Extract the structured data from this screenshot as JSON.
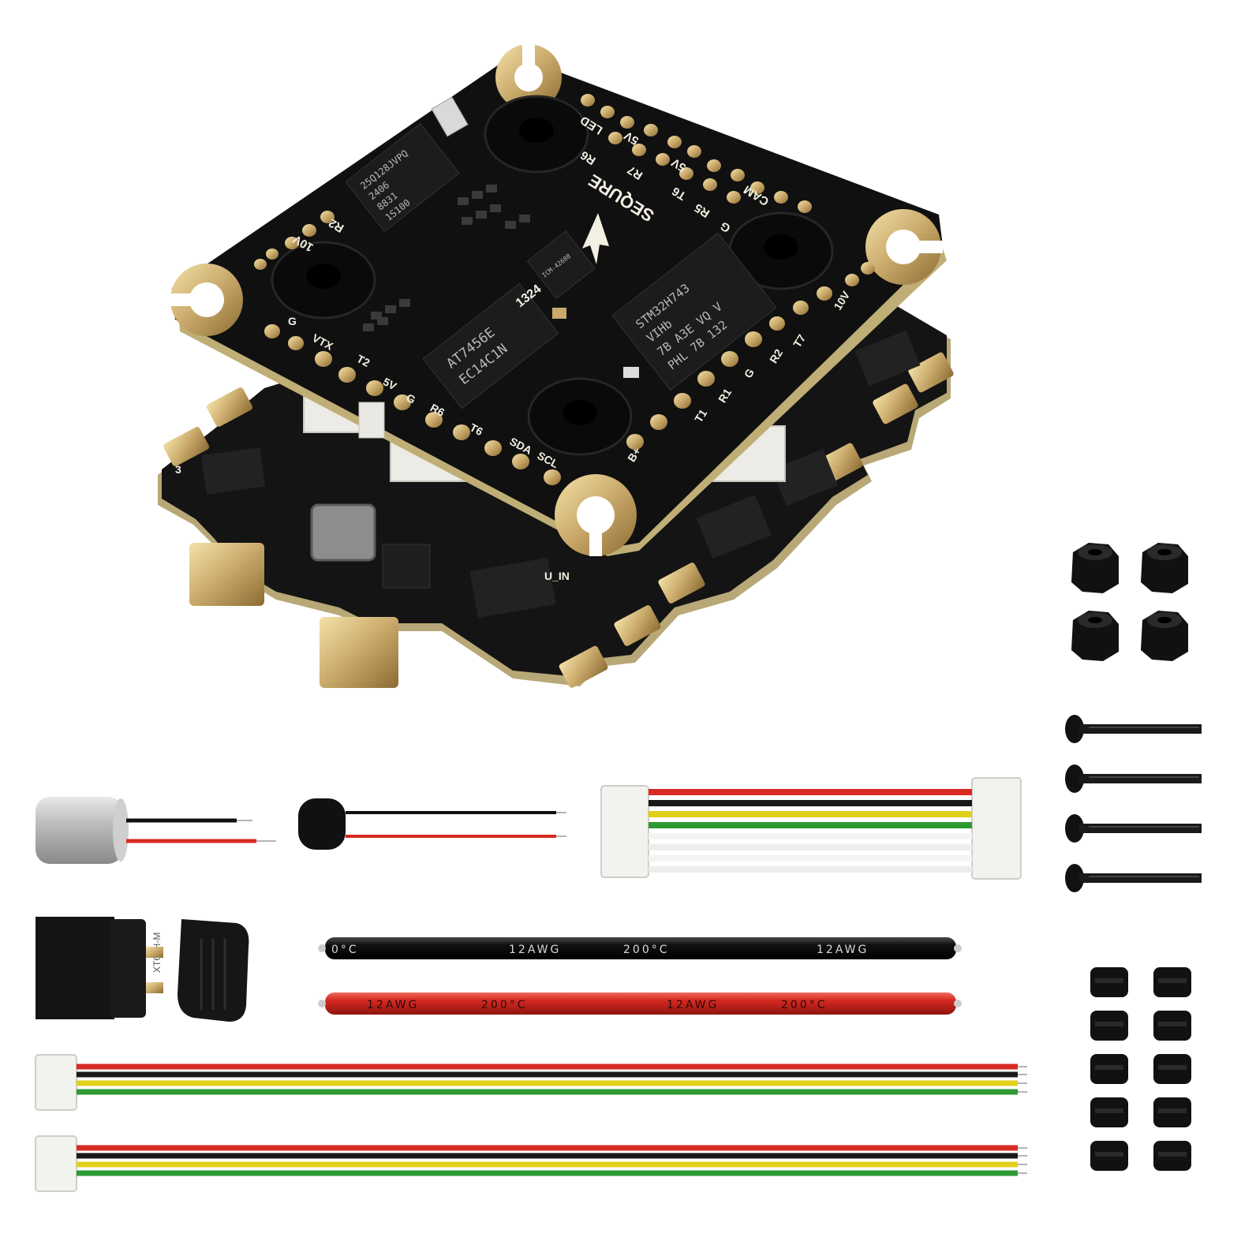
{
  "brand": "SEQURE",
  "fc_board": {
    "pad_labels": {
      "led": "LED",
      "v5_top": "5V",
      "r6": "R6",
      "r7": "R7",
      "v5_b": "5V",
      "t6_top": "T6",
      "cam": "CAM",
      "g_right": "G",
      "r5": "R5",
      "r2_left": "R2",
      "v10_left": "10V",
      "g_left": "G",
      "vtx": "VTX",
      "t2": "T2",
      "v5_bottom": "5V",
      "g_bottom": "G",
      "r6_bottom": "R6",
      "t6_bottom": "T6",
      "sda": "SDA",
      "scl": "SCL",
      "b_plus": "B+",
      "v10_right": "10V",
      "t7": "T7",
      "r2_right": "R2",
      "g_r": "G",
      "r1": "R1",
      "t1": "T1"
    },
    "mcu": {
      "line1": "STM32H743",
      "line2": "VIHb",
      "line3": "7B A3E VQ V",
      "line4": "PHL 7B 132"
    },
    "osd": {
      "line1": "AT7456E",
      "line2": "EC14C1N"
    },
    "flash": {
      "line1": "25Q128JVPQ",
      "line2": "2406",
      "line3": "8831",
      "line4": "1S100"
    },
    "gyro": "ICM-42688",
    "gyro_mark": "1324"
  },
  "esc_board": {
    "label_u": "U_IN",
    "motor_label": "3"
  },
  "connector": {
    "xt60_label": "XT60H-M"
  },
  "wires": {
    "black_power": {
      "text": [
        "0°C",
        "12AWG",
        "200°C",
        "12AWG"
      ]
    },
    "red_power": {
      "text": [
        "12AWG",
        "200°C",
        "12AWG",
        "200°C"
      ]
    }
  },
  "colors": {
    "pcb": "#121212",
    "gold": "#c9a96a",
    "wire_red": "#d62a22",
    "wire_yellow": "#e0d01a",
    "wire_green": "#2e9a34",
    "wire_black": "#1a1a1a",
    "background": "#ffffff"
  }
}
